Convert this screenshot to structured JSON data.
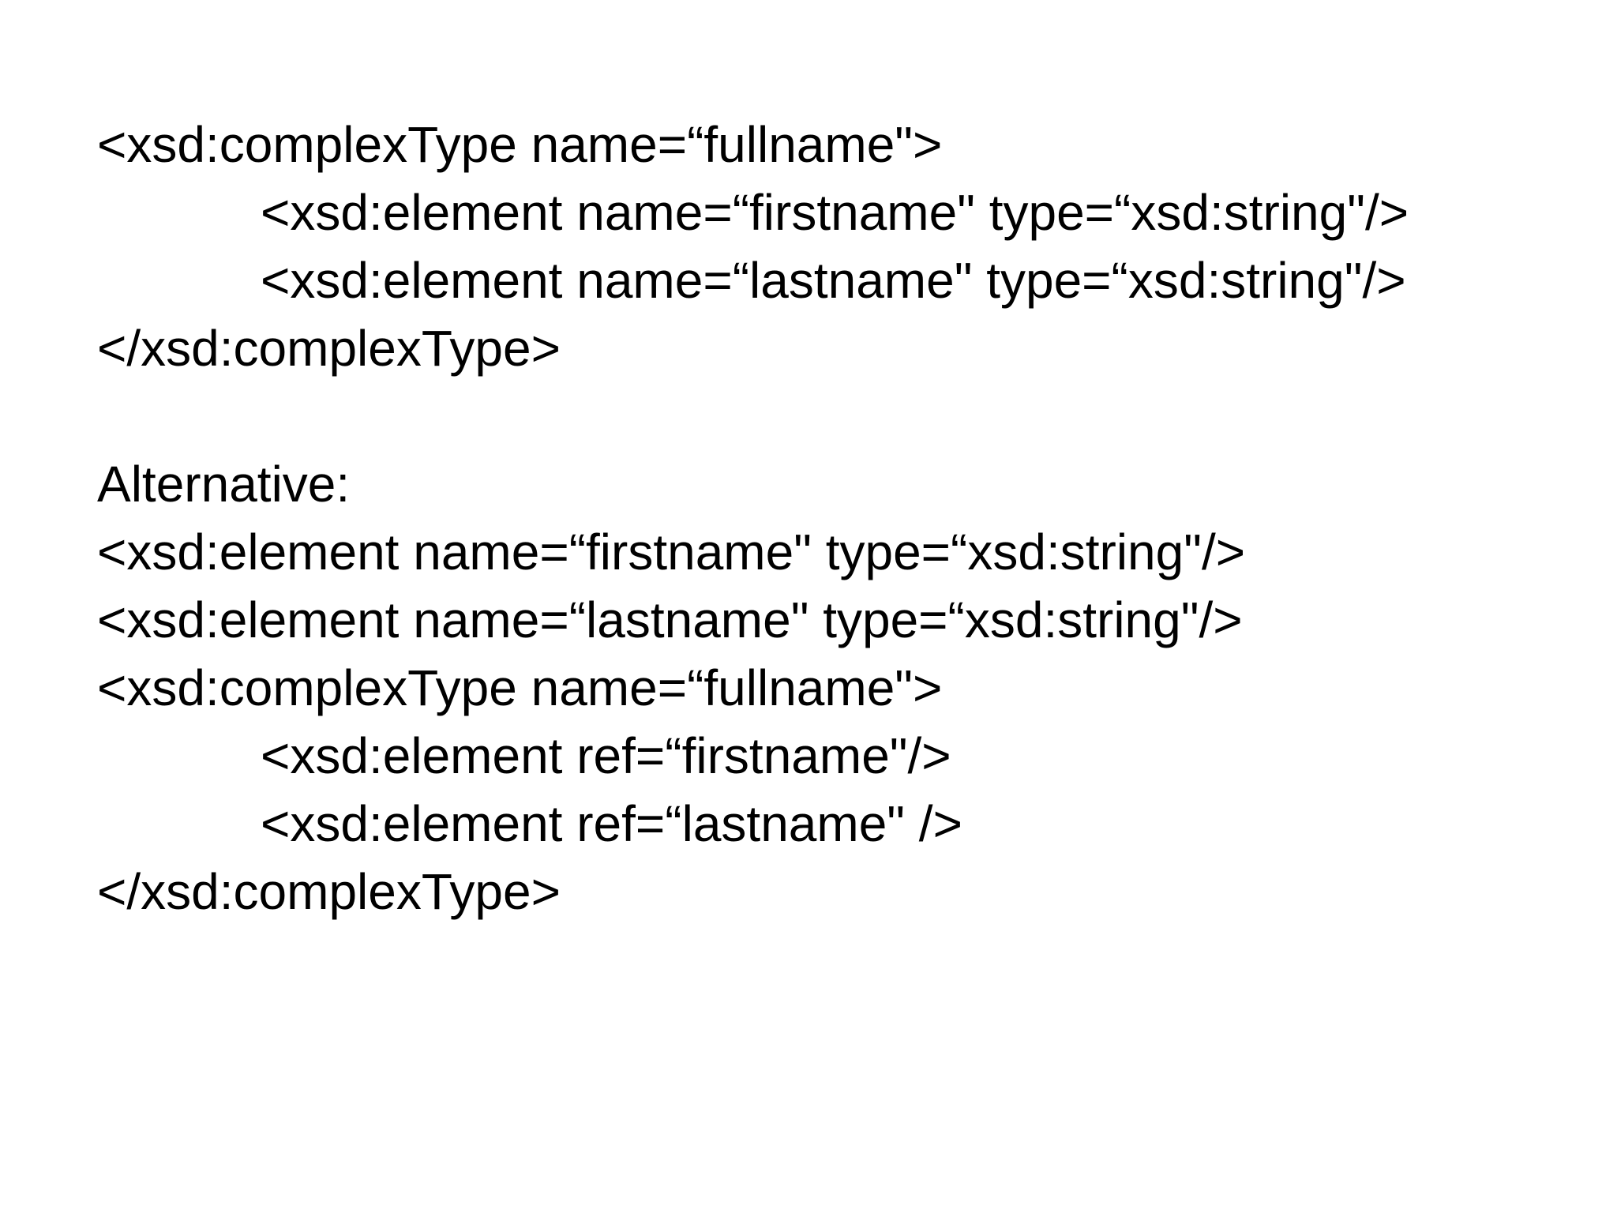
{
  "slide": {
    "block1": {
      "open": "<xsd:complexType name=“fullname\">",
      "children": [
        "<xsd:element name=“firstname\" type=“xsd:string\"/>",
        "<xsd:element name=“lastname\" type=“xsd:string\"/>"
      ],
      "close": "</xsd:complexType>"
    },
    "alternative_label": "Alternative:",
    "block2": {
      "elements": [
        "<xsd:element name=“firstname\" type=“xsd:string\"/>",
        "<xsd:element name=“lastname\" type=“xsd:string\"/>"
      ],
      "open": "<xsd:complexType name=“fullname\">",
      "children": [
        "<xsd:element ref=“firstname\"/>",
        "<xsd:element ref=“lastname\" />"
      ],
      "close": "</xsd:complexType>"
    }
  }
}
